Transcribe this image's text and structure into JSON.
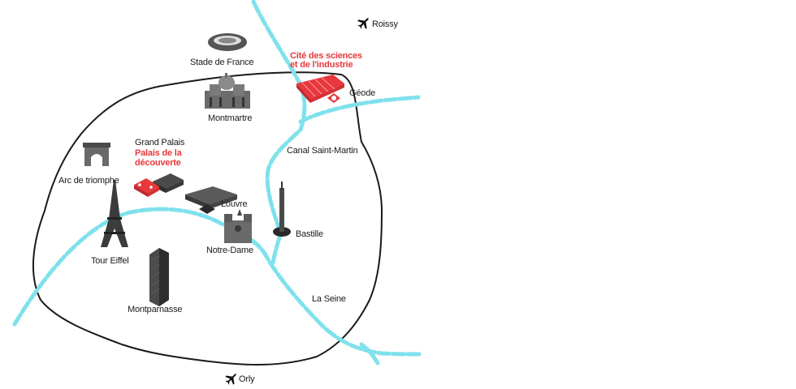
{
  "map": {
    "airports": [
      {
        "id": "roissy",
        "label": "Roissy",
        "icon": "airplane-icon"
      },
      {
        "id": "orly",
        "label": "Orly",
        "icon": "airplane-icon"
      }
    ],
    "highlighted": {
      "cite_line1": "Cité des sciences",
      "cite_line2": "et de l'industrie",
      "palais_line1": "Palais de la",
      "palais_line2": "découverte"
    },
    "landmarks": {
      "stade": "Stade de France",
      "montmartre": "Montmartre",
      "geode": "Géode",
      "canal": "Canal Saint-Martin",
      "grand_palais": "Grand Palais",
      "arc": "Arc de triomphe",
      "louvre": "Louvre",
      "bastille": "Bastille",
      "tour_eiffel": "Tour Eiffel",
      "notre_dame": "Notre-Dame",
      "montparnasse": "Montparnasse",
      "seine": "La Seine"
    },
    "colors": {
      "water": "#7fe1ec",
      "highlight": "#e8383d",
      "boundary": "#1a1a1a",
      "monument": "#4a4a4a"
    }
  }
}
